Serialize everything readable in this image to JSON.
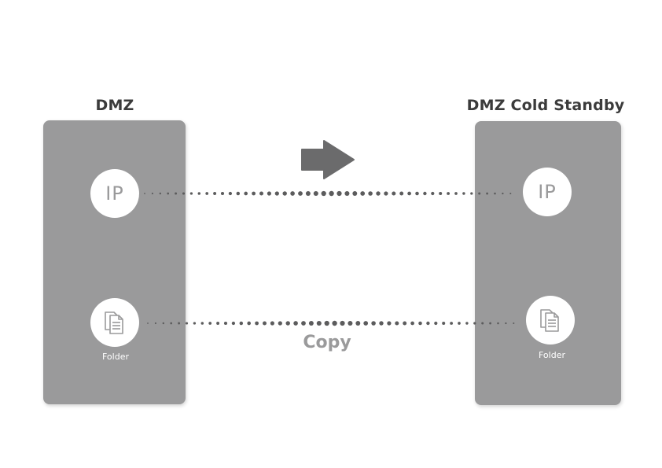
{
  "left": {
    "title": "DMZ",
    "ip_label": "IP",
    "folder_label": "Folder"
  },
  "right": {
    "title": "DMZ Cold Standby",
    "ip_label": "IP",
    "folder_label": "Folder"
  },
  "connection": {
    "label": "Copy"
  },
  "colors": {
    "panel": "#9a9a9b",
    "arrow": "#6b6b6c",
    "dots": "#5c5c5d",
    "title": "#3b3b3b"
  }
}
